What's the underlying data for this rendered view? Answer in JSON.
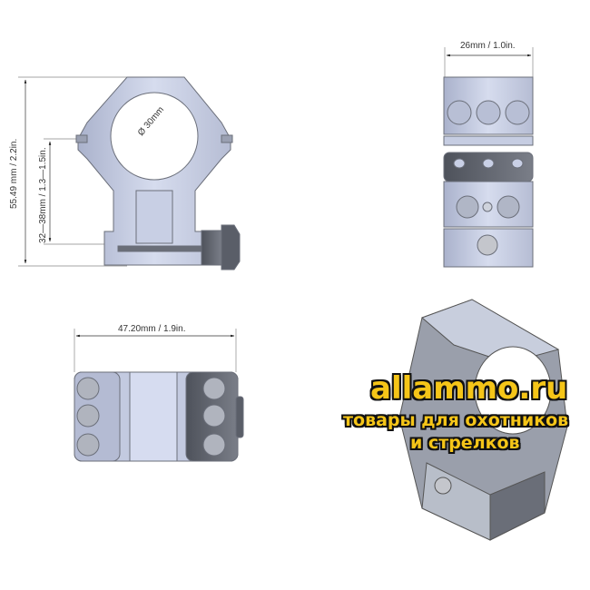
{
  "front_view": {
    "height_dim": "55.49 mm / 2.2in.",
    "center_height_dim": "32—38mm / 1.3—1.5in.",
    "diameter_dim": "Ø 30mm"
  },
  "side_view": {
    "width_dim": "26mm / 1.0in."
  },
  "top_view": {
    "length_dim": "47.20mm / 1.9in."
  },
  "watermark": {
    "site": "allammo.ru",
    "line1": "товары для охотников",
    "line2": "и стрелков",
    "color": "#f5c518"
  },
  "colors": {
    "metal_light": "#c9d0e6",
    "metal_dark": "#5a5e68",
    "outline": "#6b6f7a"
  }
}
